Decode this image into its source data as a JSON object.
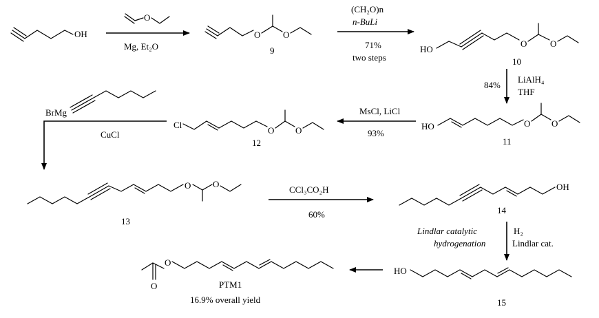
{
  "compounds": {
    "c9": "9",
    "c10": "10",
    "c11": "11",
    "c12": "12",
    "c13": "13",
    "c14": "14",
    "c15": "15",
    "ptm": "PTM1",
    "ptm_yield": "16.9% overall yield"
  },
  "atoms": {
    "oh": "OH",
    "ho": "HO",
    "o": "O",
    "cl": "Cl",
    "brmg": "BrMg"
  },
  "conditions": {
    "step1_below": "Mg, Et₂O",
    "step2_above_1": "(CH₂O)n",
    "step2_above_2": "n-BuLi",
    "step2_yield": "71%",
    "step2_note": "two steps",
    "step3_yield": "84%",
    "step3_reagent_1": "LiAlH₄",
    "step3_reagent_2": "THF",
    "step4_reagent": "MsCl, LiCl",
    "step4_yield": "93%",
    "step5_reagent": "CuCl",
    "step6_reagent": "CCl₃CO₂H",
    "step6_yield": "60%",
    "step7_note_1": "Lindlar catalytic",
    "step7_note_2": "hydrogenation",
    "step7_reagent_1": "H₂",
    "step7_reagent_2": "Lindlar cat."
  }
}
